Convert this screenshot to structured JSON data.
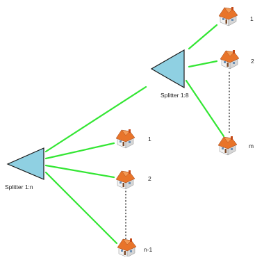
{
  "splitters": {
    "main": {
      "label": "Splitter 1:n",
      "color": "#8fd0e2"
    },
    "secondary": {
      "label": "Splitter 1:8",
      "color": "#8fd0e2"
    }
  },
  "fiber_color": "#33e633",
  "houses": {
    "main": [
      {
        "label": "1",
        "icon": "house-icon"
      },
      {
        "label": "2",
        "icon": "house-icon"
      },
      {
        "label": "n-1",
        "icon": "house-icon"
      }
    ],
    "secondary": [
      {
        "label": "1",
        "icon": "house-icon"
      },
      {
        "label": "2",
        "icon": "house-icon"
      },
      {
        "label": "m",
        "icon": "house-icon"
      }
    ]
  }
}
